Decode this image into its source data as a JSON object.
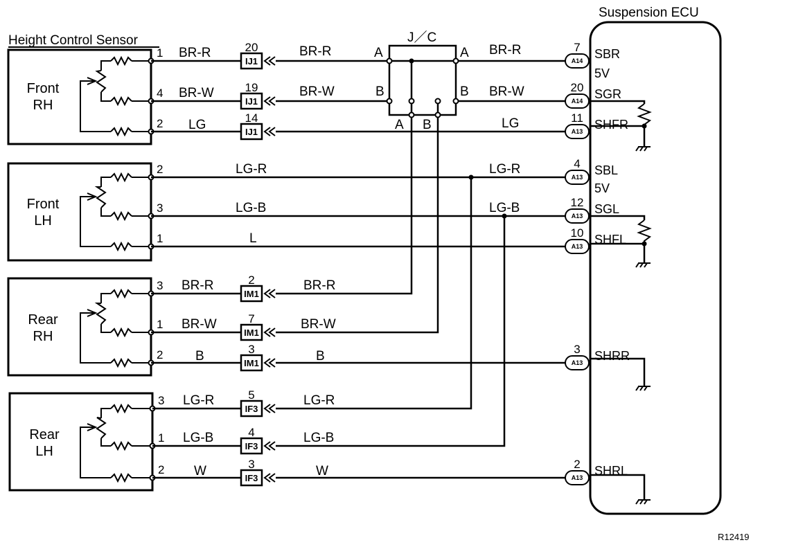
{
  "diagram": {
    "title_sensor": "Height Control Sensor",
    "title_ecu": "Suspension ECU",
    "junction": "J／C",
    "reference": "R12419",
    "sensors": [
      {
        "line1": "Front",
        "line2": "RH"
      },
      {
        "line1": "Front",
        "line2": "LH"
      },
      {
        "line1": "Rear",
        "line2": "RH"
      },
      {
        "line1": "Rear",
        "line2": "LH"
      }
    ],
    "sensor_pins": [
      "1",
      "4",
      "2",
      "2",
      "3",
      "1",
      "3",
      "1",
      "2",
      "3",
      "1",
      "2"
    ],
    "wire_left": [
      "BR-R",
      "BR-W",
      "LG",
      "LG-R",
      "LG-B",
      "L",
      "BR-R",
      "BR-W",
      "B",
      "LG-R",
      "LG-B",
      "W"
    ],
    "wire_mid": [
      "BR-R",
      "BR-W",
      "BR-R",
      "BR-W",
      "B",
      "LG-R",
      "LG-B",
      "W"
    ],
    "connectors": [
      {
        "pin": "20",
        "label": "IJ1"
      },
      {
        "pin": "19",
        "label": "IJ1"
      },
      {
        "pin": "14",
        "label": "IJ1"
      },
      {
        "pin": "2",
        "label": "IM1"
      },
      {
        "pin": "7",
        "label": "IM1"
      },
      {
        "pin": "3",
        "label": "IM1"
      },
      {
        "pin": "5",
        "label": "IF3"
      },
      {
        "pin": "4",
        "label": "IF3"
      },
      {
        "pin": "3",
        "label": "IF3"
      }
    ],
    "jc_letters": {
      "left_a": "A",
      "left_b": "B",
      "right_a": "A",
      "right_b": "B",
      "bottom_a": "A",
      "bottom_b": "B"
    },
    "wire_right": [
      "BR-R",
      "BR-W",
      "LG",
      "LG-R",
      "LG-B"
    ],
    "ecu_pins": [
      {
        "pin": "7",
        "conn": "A14",
        "signal": "SBR"
      },
      {
        "pin": "20",
        "conn": "A14",
        "signal": "SGR"
      },
      {
        "pin": "11",
        "conn": "A13",
        "signal": "SHFR"
      },
      {
        "pin": "4",
        "conn": "A13",
        "signal": "SBL"
      },
      {
        "pin": "12",
        "conn": "A13",
        "signal": "SGL"
      },
      {
        "pin": "10",
        "conn": "A13",
        "signal": "SHFL"
      },
      {
        "pin": "3",
        "conn": "A13",
        "signal": "SHRR"
      },
      {
        "pin": "2",
        "conn": "A13",
        "signal": "SHRL"
      }
    ],
    "ecu_5v": [
      "5V",
      "5V"
    ]
  }
}
